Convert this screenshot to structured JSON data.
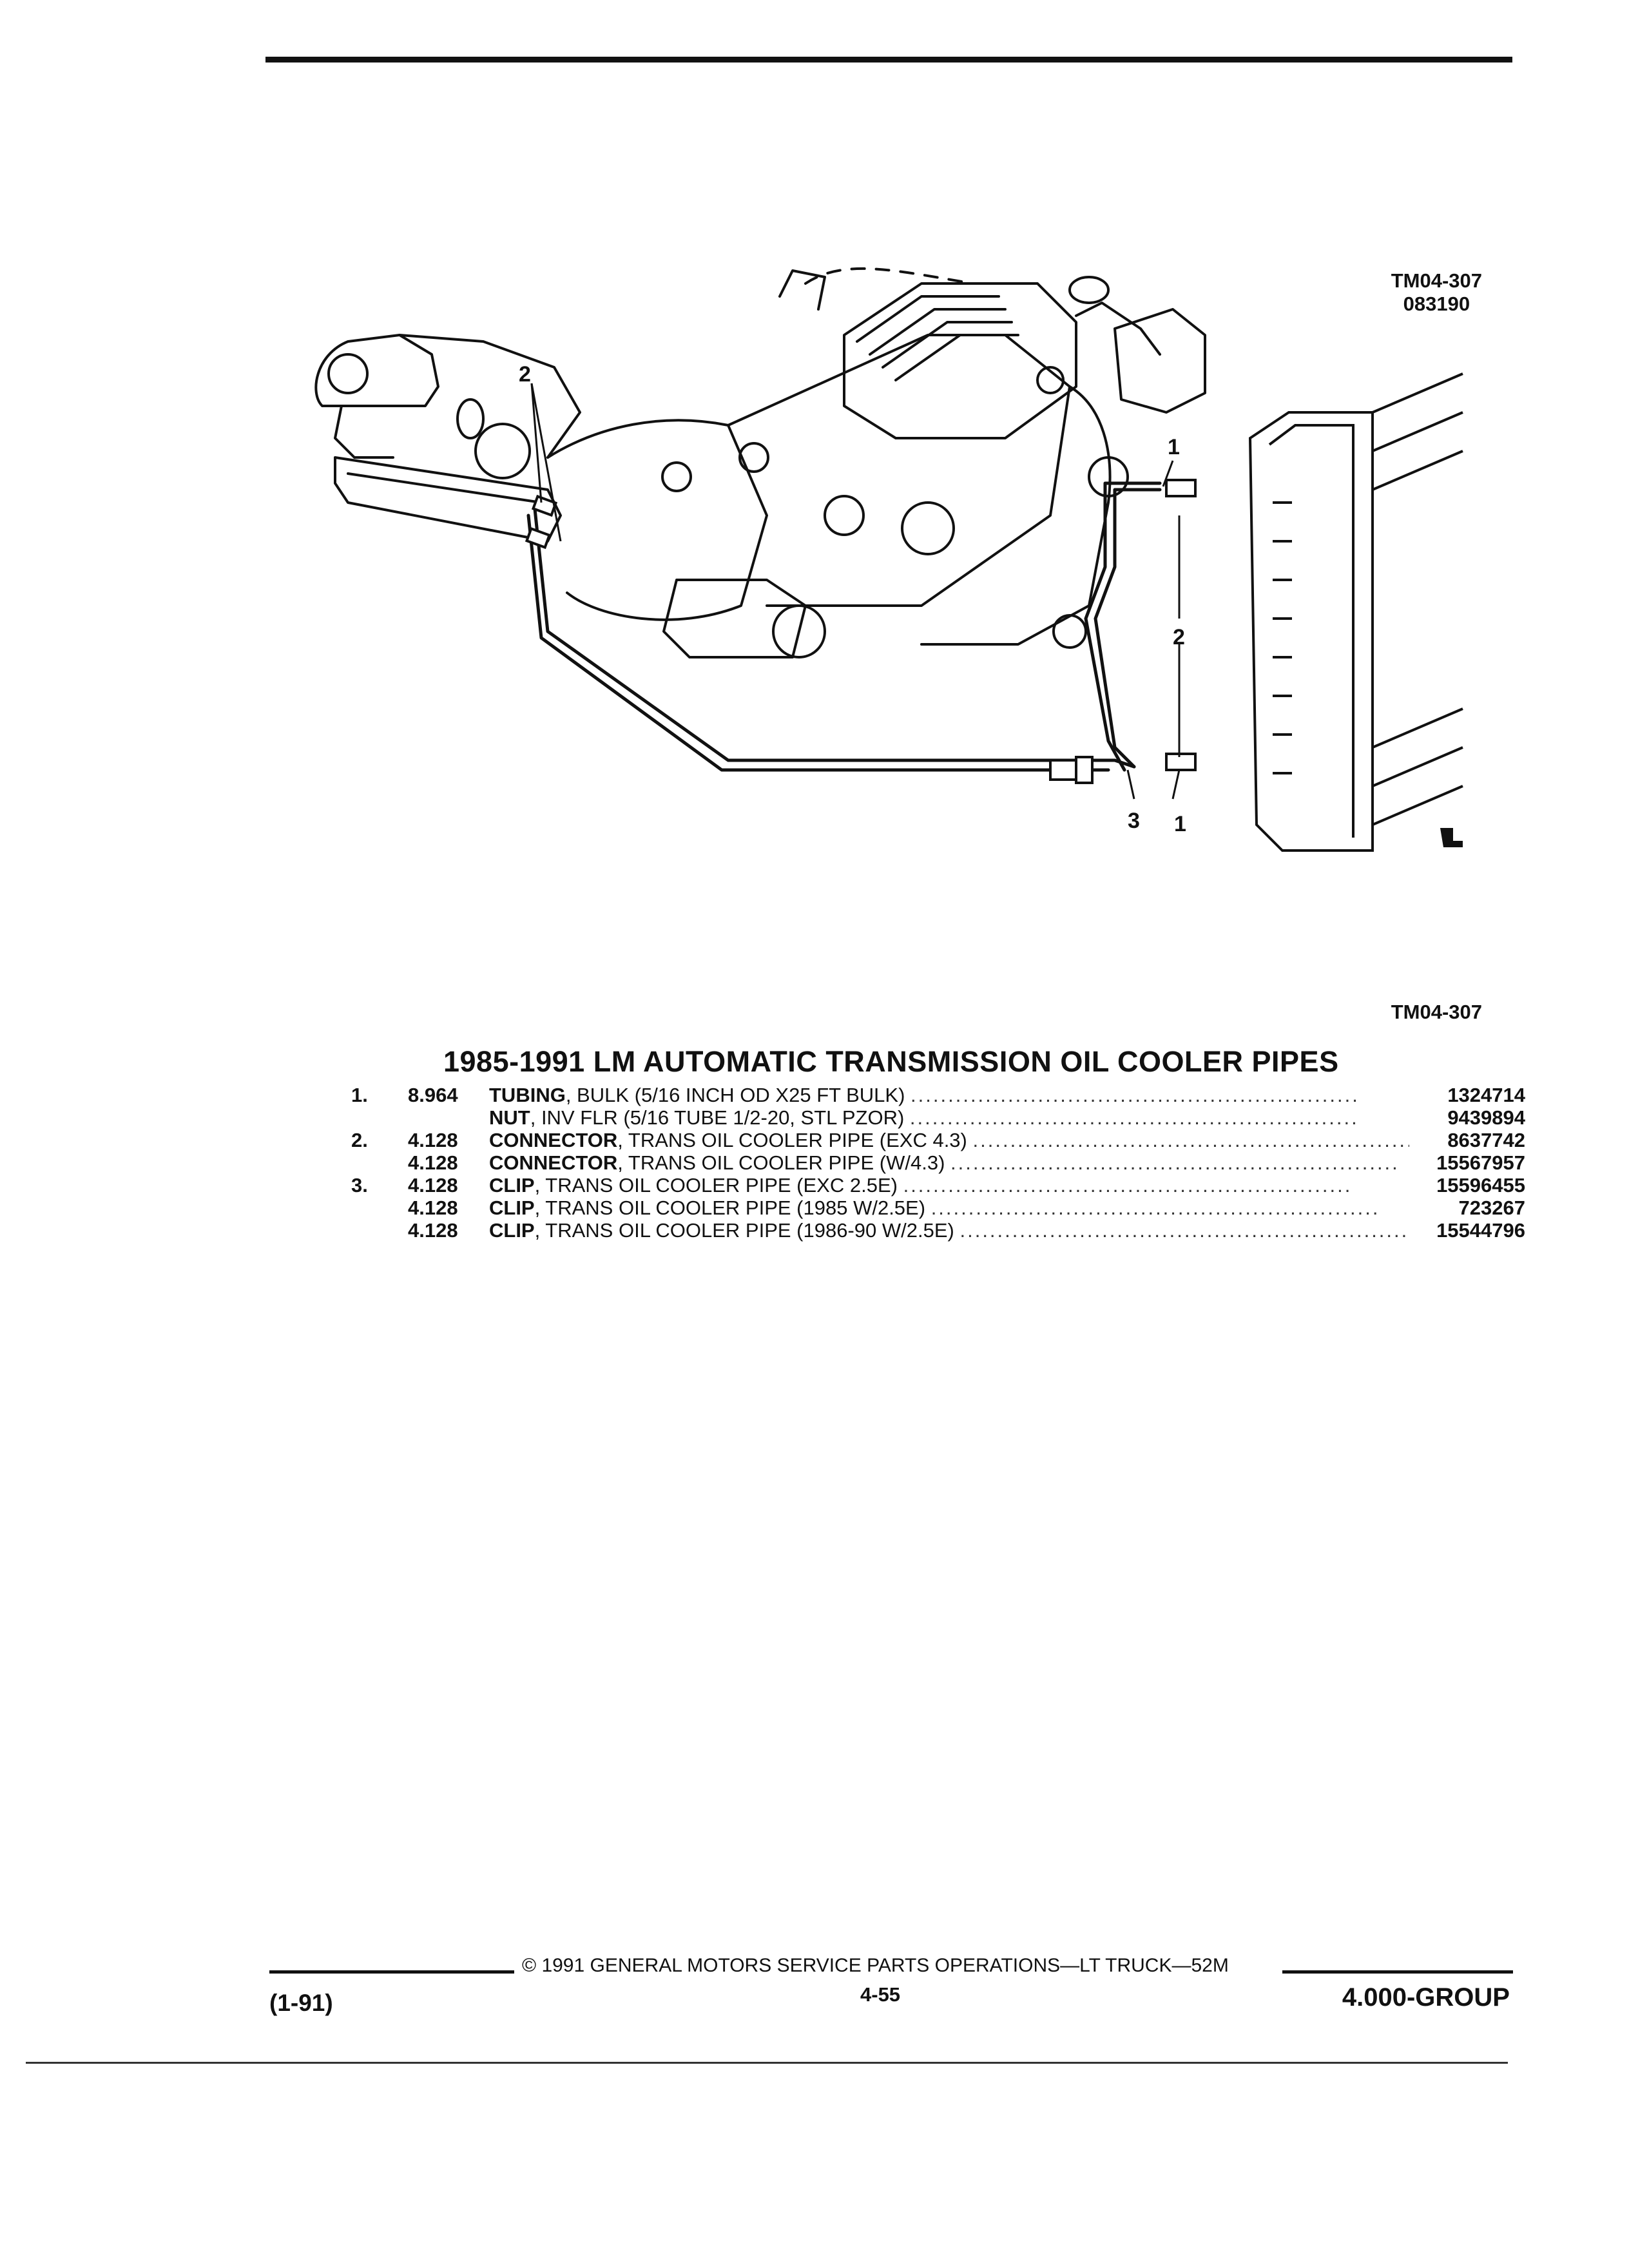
{
  "figure": {
    "code": "TM04-307",
    "date_code": "083190",
    "callouts": [
      "2",
      "1",
      "2",
      "3",
      "1"
    ],
    "bottom_label": "TM04-307"
  },
  "section": {
    "title": "1985-1991 LM AUTOMATIC TRANSMISSION OIL COOLER PIPES"
  },
  "parts": [
    {
      "num": "1.",
      "code": "8.964",
      "name": "TUBING",
      "desc": ", BULK (5/16 INCH OD X25 FT BULK)",
      "pn": "1324714"
    },
    {
      "num": "",
      "code": "",
      "name": "NUT",
      "desc": ", INV FLR (5/16 TUBE 1/2-20, STL PZOR)",
      "pn": "9439894"
    },
    {
      "num": "2.",
      "code": "4.128",
      "name": "CONNECTOR",
      "desc": ", TRANS OIL COOLER PIPE (EXC 4.3)",
      "pn": "8637742"
    },
    {
      "num": "",
      "code": "4.128",
      "name": "CONNECTOR",
      "desc": ", TRANS OIL COOLER PIPE (W/4.3)",
      "pn": "15567957"
    },
    {
      "num": "3.",
      "code": "4.128",
      "name": "CLIP",
      "desc": ", TRANS OIL COOLER PIPE (EXC 2.5E)",
      "pn": "15596455"
    },
    {
      "num": "",
      "code": "4.128",
      "name": "CLIP",
      "desc": ", TRANS OIL COOLER PIPE (1985 W/2.5E)",
      "pn": "723267"
    },
    {
      "num": "",
      "code": "4.128",
      "name": "CLIP",
      "desc": ", TRANS OIL COOLER PIPE (1986-90 W/2.5E)",
      "pn": "15544796"
    }
  ],
  "footer": {
    "copyright": "© 1991 GENERAL MOTORS SERVICE PARTS OPERATIONS—LT TRUCK—52M",
    "date": "(1-91)",
    "page": "4-55",
    "group": "4.000-GROUP"
  }
}
